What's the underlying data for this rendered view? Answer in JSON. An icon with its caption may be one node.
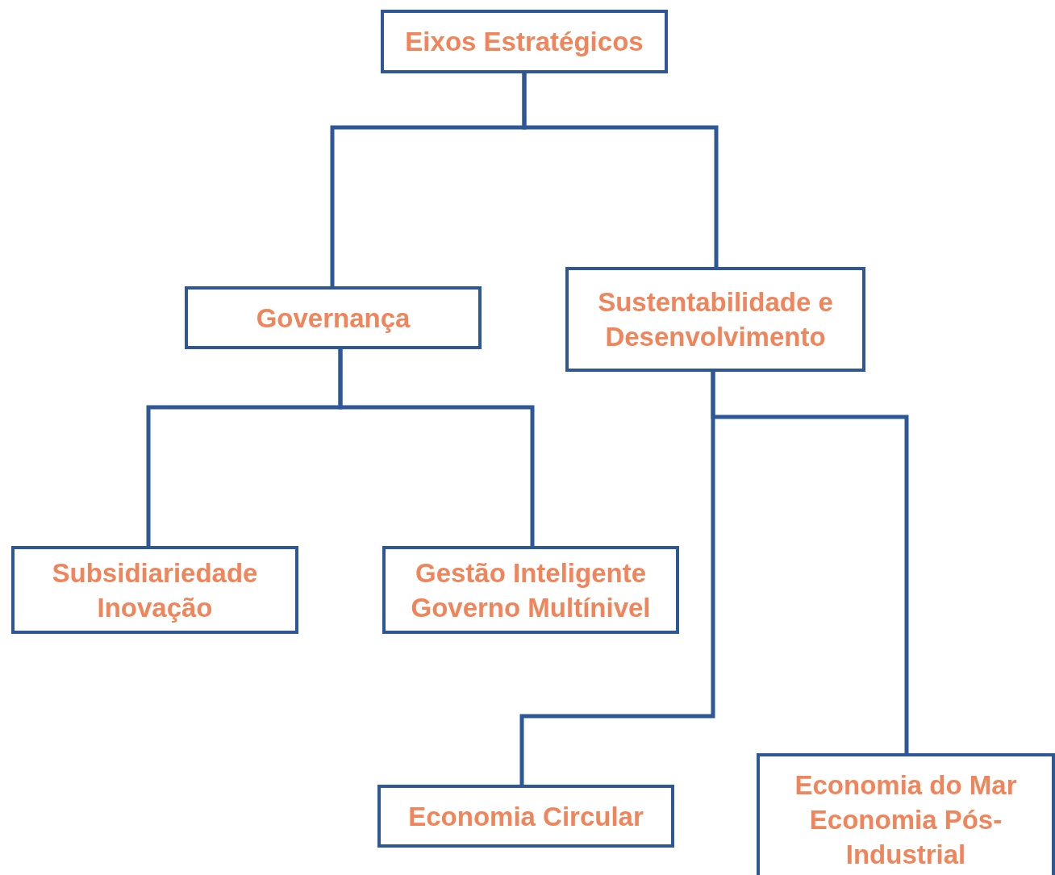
{
  "diagram": {
    "nodes": [
      {
        "text": [
          "Eixos Estratégicos"
        ]
      },
      {
        "text": [
          "Governança"
        ]
      },
      {
        "text": [
          "Sustentabilidade e Desenvolvimento"
        ]
      },
      {
        "text": [
          "Subsidiariedade",
          "Inovação"
        ]
      },
      {
        "text": [
          "Gestão Inteligente",
          "Governo Multínivel"
        ]
      },
      {
        "text": [
          "Economia Circular"
        ]
      },
      {
        "text": [
          "Economia do Mar",
          "Economia Pós- Industrial"
        ]
      }
    ],
    "edges": [
      {
        "from": 0,
        "to": 1,
        "arrow": "none"
      },
      {
        "from": 0,
        "to": 2,
        "arrow": "none"
      },
      {
        "from": 1,
        "to": 3,
        "arrow": "none"
      },
      {
        "from": 1,
        "to": 4,
        "arrow": "none"
      },
      {
        "from": 2,
        "to": 5,
        "arrow": "none"
      },
      {
        "from": 2,
        "to": 6,
        "arrow": "none"
      }
    ]
  }
}
